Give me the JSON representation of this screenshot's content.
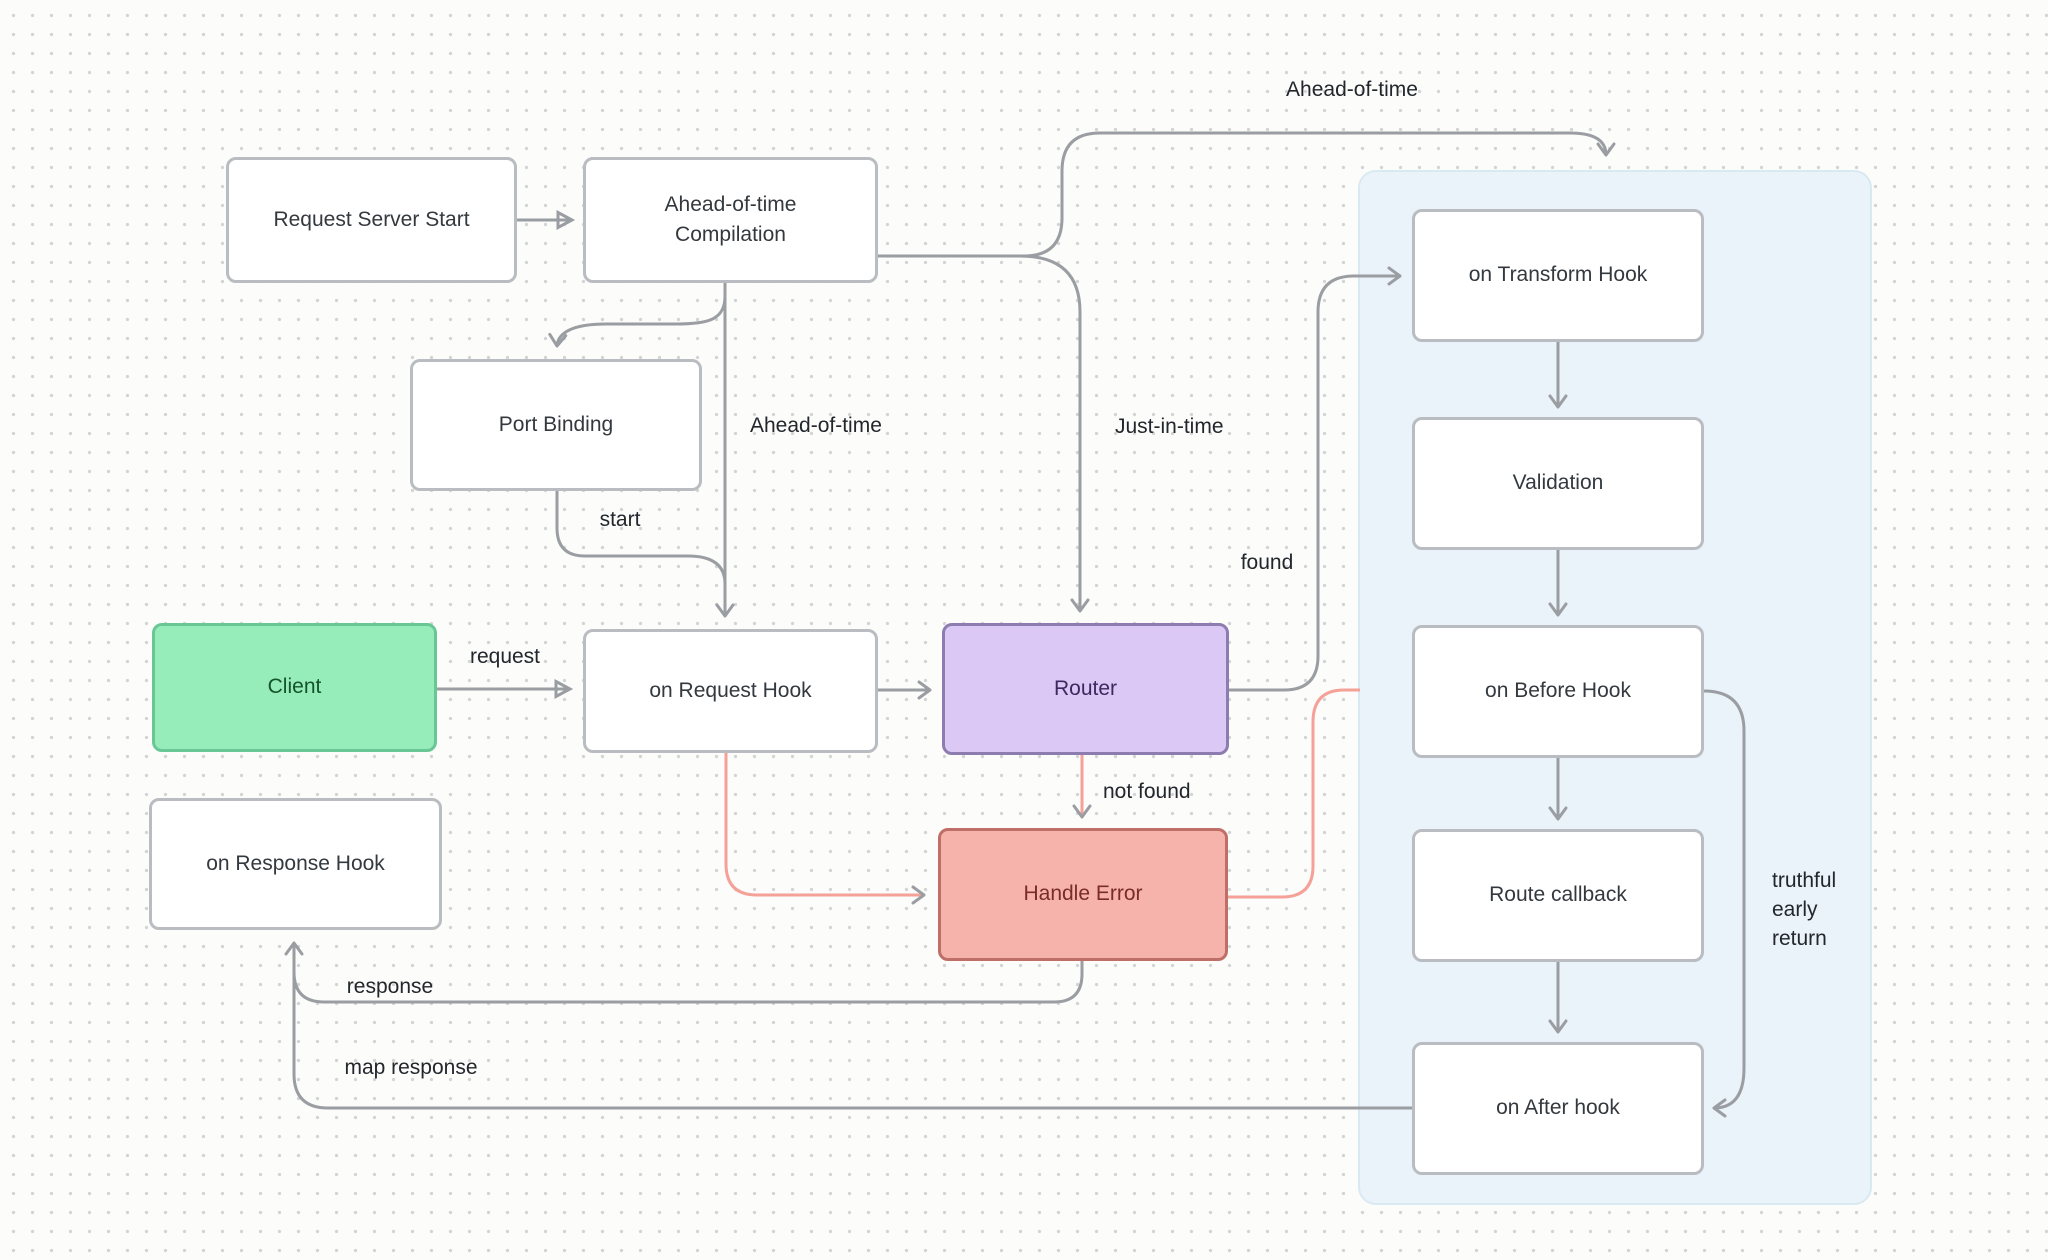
{
  "diagram": {
    "nodes": {
      "request_server_start": {
        "label": "Request Server Start"
      },
      "aot_compilation": {
        "label": "Ahead-of-time Compilation"
      },
      "port_binding": {
        "label": "Port Binding"
      },
      "client": {
        "label": "Client"
      },
      "on_request_hook": {
        "label": "on Request Hook"
      },
      "router": {
        "label": "Router"
      },
      "handle_error": {
        "label": "Handle Error"
      },
      "on_response_hook": {
        "label": "on Response Hook"
      },
      "on_transform_hook": {
        "label": "on Transform Hook"
      },
      "validation": {
        "label": "Validation"
      },
      "on_before_hook": {
        "label": "on Before Hook"
      },
      "route_callback": {
        "label": "Route callback"
      },
      "on_after_hook": {
        "label": "on After hook"
      }
    },
    "edge_labels": {
      "ahead_of_time_top": "Ahead-of-time",
      "ahead_of_time_mid": "Ahead-of-time",
      "just_in_time": "Just-in-time",
      "start": "start",
      "request": "request",
      "found": "found",
      "not_found": "not found",
      "response": "response",
      "map_response": "map response",
      "truthful_early_return": [
        "truthful",
        "early",
        "return"
      ]
    },
    "colors": {
      "client_fill": "#97edba",
      "client_border": "#69c796",
      "router_fill": "#dcc8f4",
      "router_border": "#8d7cb0",
      "handle_error_fill": "#f5b3ab",
      "handle_error_border": "#bf6f68",
      "panel_fill": "#eaf3f9",
      "line_gray": "#9a9da1",
      "line_pink": "#f5a198",
      "box_border_gray": "#b9bcc0"
    }
  }
}
